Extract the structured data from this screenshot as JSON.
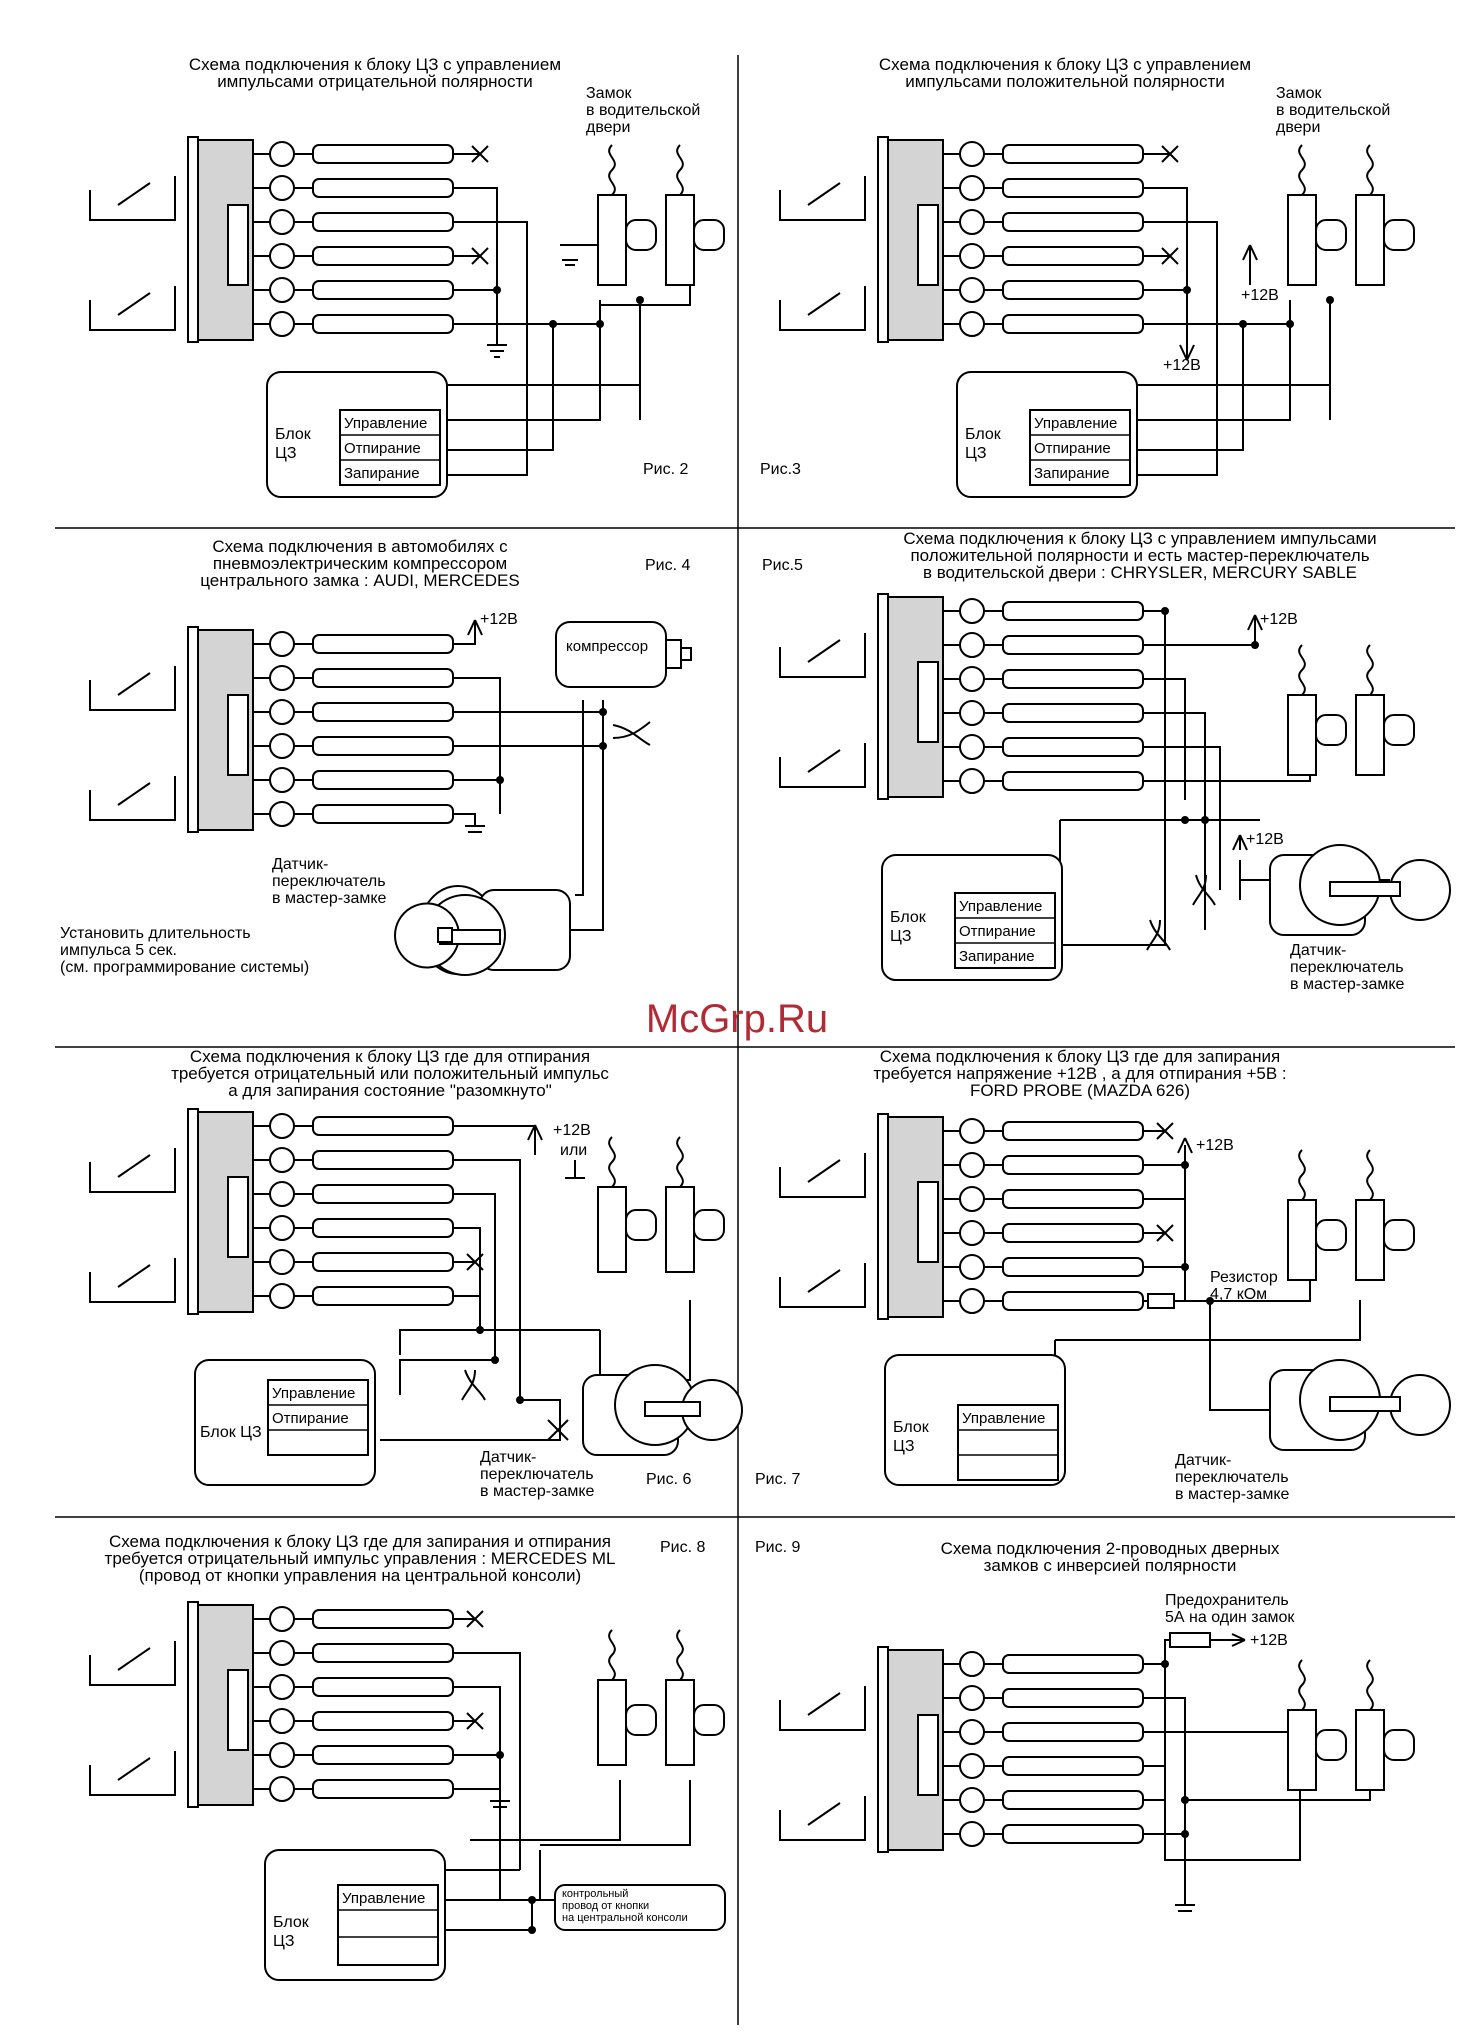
{
  "watermark": "McGrp.Ru",
  "common": {
    "block_label_1": "Блок",
    "block_label_2": "ЦЗ",
    "block_label_inline": "Блок ЦЗ",
    "control": "Управление",
    "unlock": "Отпирание",
    "lock": "Запирание",
    "plus12": "+12В"
  },
  "panels": [
    {
      "id": "fig2",
      "figure": "Рис. 2",
      "title": [
        "Схема подключения к блоку ЦЗ с управлением",
        "импульсами отрицательной полярности"
      ],
      "notes": [
        "Замок",
        "в водительской",
        "двери"
      ]
    },
    {
      "id": "fig3",
      "figure": "Рис.3",
      "title": [
        "Схема подключения к блоку ЦЗ с управлением",
        "импульсами положительной полярности"
      ],
      "notes": [
        "Замок",
        "в водительской",
        "двери"
      ]
    },
    {
      "id": "fig4",
      "figure": "Рис. 4",
      "title": [
        "Схема подключения в автомобилях с",
        "пневмоэлектрическим компрессором",
        "центрального замка : AUDI, MERCEDES"
      ],
      "compressor": "компрессор",
      "sensor": [
        "Датчик-",
        "переключатель",
        "в мастер-замке"
      ],
      "notes": [
        "Установить длительность",
        "импульса 5 сек.",
        "(см. программирование системы)"
      ]
    },
    {
      "id": "fig5",
      "figure": "Рис.5",
      "title": [
        "Схема подключения к блоку ЦЗ с управлением импульсами",
        "положительной полярности и есть мастер-переключатель",
        "в водительской двери : CHRYSLER, MERCURY SABLE"
      ],
      "sensor": [
        "Датчик-",
        "переключатель",
        "в мастер-замке"
      ]
    },
    {
      "id": "fig6",
      "figure": "Рис. 6",
      "title": [
        "Схема подключения к блоку ЦЗ где для отпирания",
        "требуется отрицательный или положительный импульс",
        "а для запирания     состояние \"разомкнуто\""
      ],
      "supply_alt": "или",
      "sensor": [
        "Датчик-",
        "переключатель",
        "в мастер-замке"
      ]
    },
    {
      "id": "fig7",
      "figure": "Рис. 7",
      "title": [
        "Схема подключения к блоку ЦЗ где для запирания",
        "требуется напряжение +12В , а для отпирания +5В :",
        "FORD PROBE (MAZDA 626)"
      ],
      "resistor": [
        "Резистор",
        "4,7 кОм"
      ],
      "sensor": [
        "Датчик-",
        "переключатель",
        "в мастер-замке"
      ]
    },
    {
      "id": "fig8",
      "figure": "Рис. 8",
      "title": [
        "Схема подключения к блоку ЦЗ где для запирания и отпирания",
        "требуется отрицательный импульс управления : MERCEDES ML",
        "(провод от кнопки управления на центральной консоли)"
      ],
      "console": [
        "контрольный",
        "провод от кнопки",
        "на центральной консоли"
      ]
    },
    {
      "id": "fig9",
      "figure": "Рис. 9",
      "title": [
        "Схема подключения 2-проводных дверных",
        "замков с инверсией полярности"
      ],
      "fuse": [
        "Предохранитель",
        "5А на один замок"
      ]
    }
  ]
}
